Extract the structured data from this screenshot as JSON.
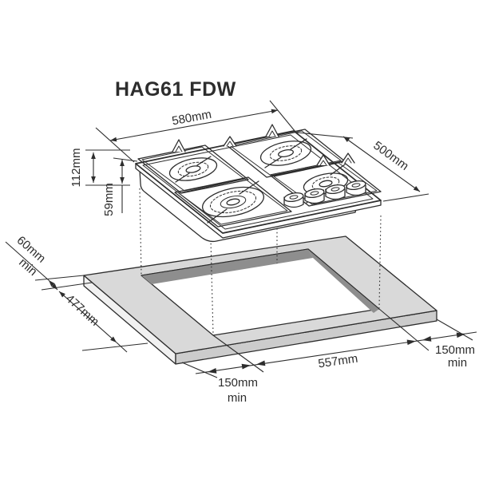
{
  "title": "HAG61 FDW",
  "dimensions": {
    "width": "580mm",
    "depth": "500mm",
    "overall_height": "112mm",
    "built_in_depth": "59mm",
    "rear_clearance": {
      "value": "60mm",
      "note": "min"
    },
    "cutout_depth": "477mm",
    "cutout_width": "557mm",
    "front_clearance": {
      "value": "150mm",
      "note": "min"
    },
    "side_clearance": {
      "value": "150mm",
      "note": "min"
    }
  },
  "colors": {
    "line": "#2d2d2d",
    "worktop_top": "#d9d9d9",
    "worktop_side_left": "#f1f1f1",
    "worktop_side_front": "#cccccc",
    "cutout_wall": "#8e8e8e",
    "background": "#ffffff"
  }
}
